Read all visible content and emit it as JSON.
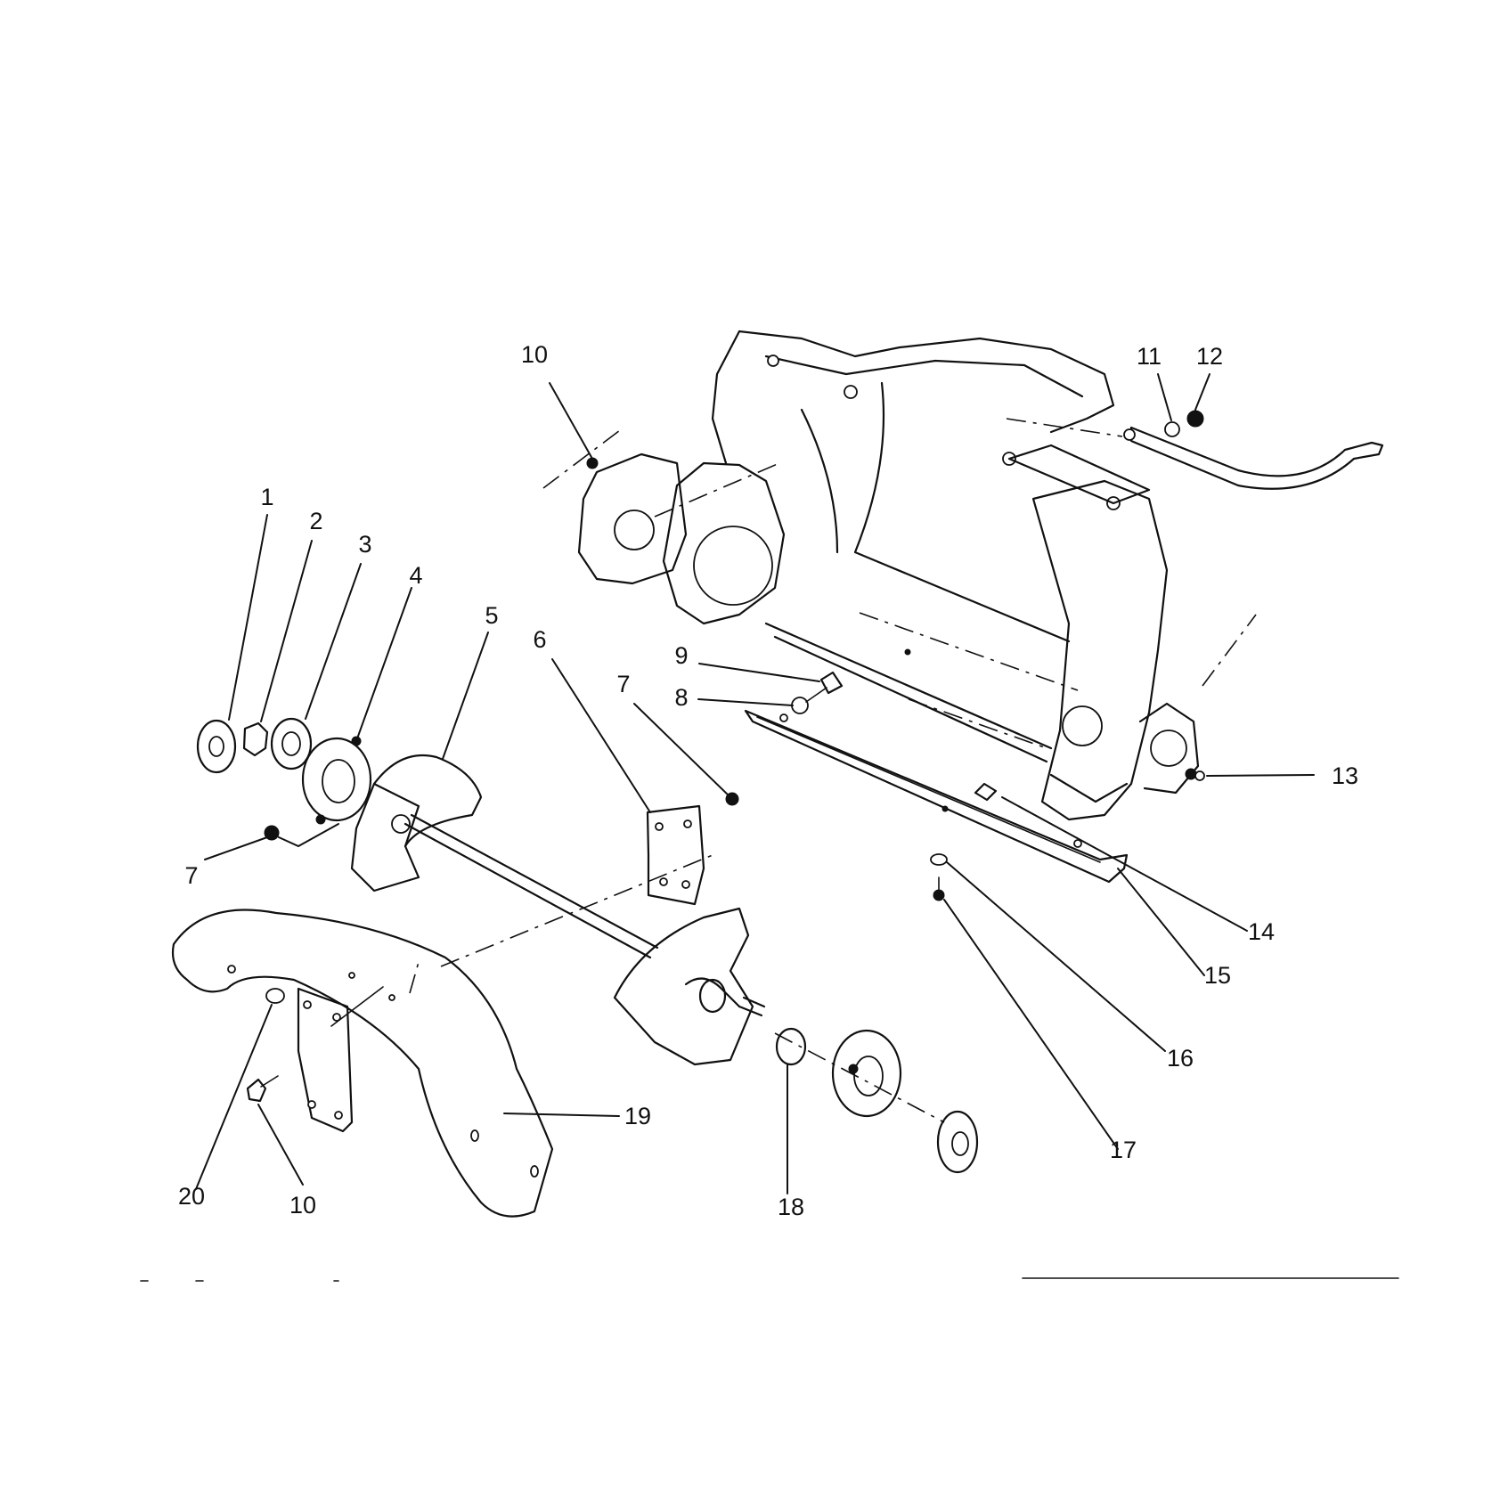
{
  "callouts": [
    {
      "id": "c1",
      "text": "1"
    },
    {
      "id": "c2",
      "text": "2"
    },
    {
      "id": "c3",
      "text": "3"
    },
    {
      "id": "c4",
      "text": "4"
    },
    {
      "id": "c5",
      "text": "5"
    },
    {
      "id": "c6",
      "text": "6"
    },
    {
      "id": "c7a",
      "text": "7"
    },
    {
      "id": "c7b",
      "text": "7"
    },
    {
      "id": "c8",
      "text": "8"
    },
    {
      "id": "c9",
      "text": "9"
    },
    {
      "id": "c10a",
      "text": "10"
    },
    {
      "id": "c10b",
      "text": "10"
    },
    {
      "id": "c11",
      "text": "11"
    },
    {
      "id": "c12",
      "text": "12"
    },
    {
      "id": "c13",
      "text": "13"
    },
    {
      "id": "c14",
      "text": "14"
    },
    {
      "id": "c15",
      "text": "15"
    },
    {
      "id": "c16",
      "text": "16"
    },
    {
      "id": "c17",
      "text": "17"
    },
    {
      "id": "c18",
      "text": "18"
    },
    {
      "id": "c19",
      "text": "19"
    },
    {
      "id": "c20",
      "text": "20"
    }
  ]
}
